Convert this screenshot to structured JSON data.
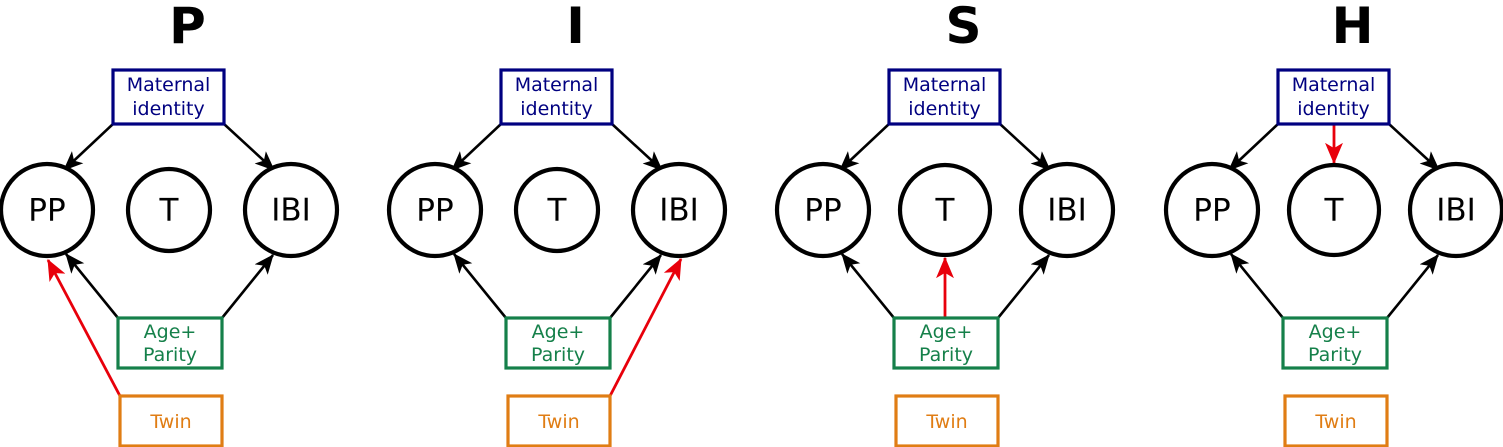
{
  "figure": {
    "type": "diagram",
    "subtype": "directed-acyclic-graph-panels",
    "panel_count": 4,
    "background_color": "#ffffff"
  },
  "colors": {
    "maternal": "#000080",
    "age_parity": "#15804a",
    "twin": "#e07d14",
    "node_outline": "#000000",
    "edge_default": "#000000",
    "edge_highlight": "#e8000b"
  },
  "nodes": {
    "pp": "PP",
    "t": "T",
    "ibi": "IBI",
    "maternal_line1": "Maternal",
    "maternal_line2": "identity",
    "age_line1": "Age+",
    "age_line2": "Parity",
    "twin": "Twin"
  },
  "panels": [
    {
      "id": "P",
      "title": "P",
      "edges": [
        {
          "from": "Maternal identity",
          "to": "PP",
          "color": "#000000"
        },
        {
          "from": "Maternal identity",
          "to": "IBI",
          "color": "#000000"
        },
        {
          "from": "Age+Parity",
          "to": "PP",
          "color": "#000000"
        },
        {
          "from": "Age+Parity",
          "to": "IBI",
          "color": "#000000"
        },
        {
          "from": "Twin",
          "to": "PP",
          "color": "#e8000b"
        }
      ]
    },
    {
      "id": "I",
      "title": "I",
      "edges": [
        {
          "from": "Maternal identity",
          "to": "PP",
          "color": "#000000"
        },
        {
          "from": "Maternal identity",
          "to": "IBI",
          "color": "#000000"
        },
        {
          "from": "Age+Parity",
          "to": "PP",
          "color": "#000000"
        },
        {
          "from": "Age+Parity",
          "to": "IBI",
          "color": "#000000"
        },
        {
          "from": "Twin",
          "to": "IBI",
          "color": "#e8000b"
        }
      ]
    },
    {
      "id": "S",
      "title": "S",
      "edges": [
        {
          "from": "Maternal identity",
          "to": "PP",
          "color": "#000000"
        },
        {
          "from": "Maternal identity",
          "to": "IBI",
          "color": "#000000"
        },
        {
          "from": "Age+Parity",
          "to": "PP",
          "color": "#000000"
        },
        {
          "from": "Age+Parity",
          "to": "IBI",
          "color": "#000000"
        },
        {
          "from": "Age+Parity",
          "to": "T",
          "color": "#e8000b"
        }
      ]
    },
    {
      "id": "H",
      "title": "H",
      "edges": [
        {
          "from": "Maternal identity",
          "to": "PP",
          "color": "#000000"
        },
        {
          "from": "Maternal identity",
          "to": "IBI",
          "color": "#000000"
        },
        {
          "from": "Age+Parity",
          "to": "PP",
          "color": "#000000"
        },
        {
          "from": "Age+Parity",
          "to": "IBI",
          "color": "#000000"
        },
        {
          "from": "Maternal identity",
          "to": "T",
          "color": "#e8000b"
        }
      ]
    }
  ]
}
